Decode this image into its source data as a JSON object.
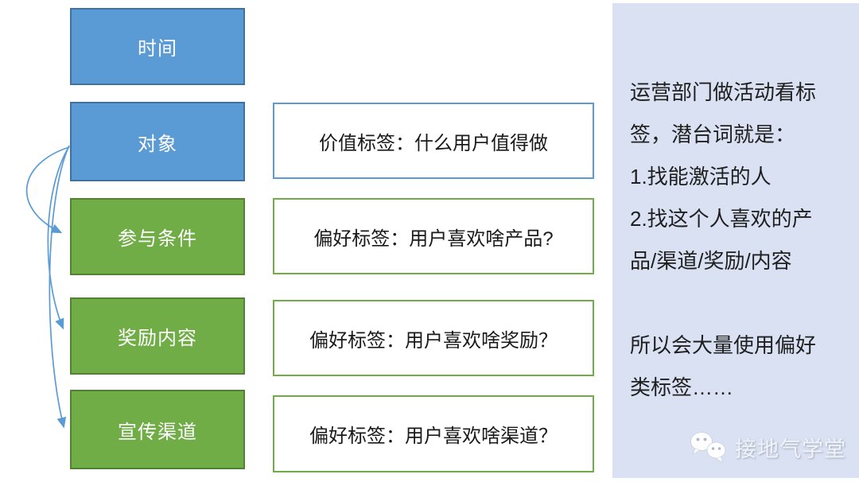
{
  "colors": {
    "stage_blue_fill": "#5B9BD5",
    "stage_blue_border": "#41719C",
    "stage_green_fill": "#70AD47",
    "stage_green_border": "#538135",
    "tag_blue_border": "#5B9BD5",
    "tag_green_border": "#70AD47",
    "arrow": "#5B9BD5",
    "panel_background": "#D9E1F2",
    "stage_text": "#FFFFFF",
    "tag_text": "#1A1A1A"
  },
  "flow": {
    "stages": [
      {
        "label": "时间",
        "type": "blue"
      },
      {
        "label": "对象",
        "type": "blue"
      },
      {
        "label": "参与条件",
        "type": "green"
      },
      {
        "label": "奖励内容",
        "type": "green"
      },
      {
        "label": "宣传渠道",
        "type": "green"
      }
    ],
    "tags": [
      {
        "label": "价值标签：什么用户值得做",
        "type": "blue"
      },
      {
        "label": "偏好标签：用户喜欢啥产品?",
        "type": "green"
      },
      {
        "label": "偏好标签：用户喜欢啥奖励？",
        "type": "green"
      },
      {
        "label": "偏好标签：用户喜欢啥渠道？",
        "type": "green"
      }
    ],
    "arrows": [
      {
        "from": "对象",
        "to": "参与条件"
      },
      {
        "from": "对象",
        "to": "奖励内容"
      },
      {
        "from": "对象",
        "to": "宣传渠道"
      }
    ]
  },
  "note_panel": {
    "lines": [
      "运营部门做活动看标",
      "签，潜台词就是：",
      "1.找能激活的人",
      "2.找这个人喜欢的产",
      "品/渠道/奖励/内容",
      "所以会大量使用偏好",
      "类标签……"
    ],
    "watermark": {
      "icon": "wechat-icon",
      "label": "接地气学堂"
    }
  }
}
